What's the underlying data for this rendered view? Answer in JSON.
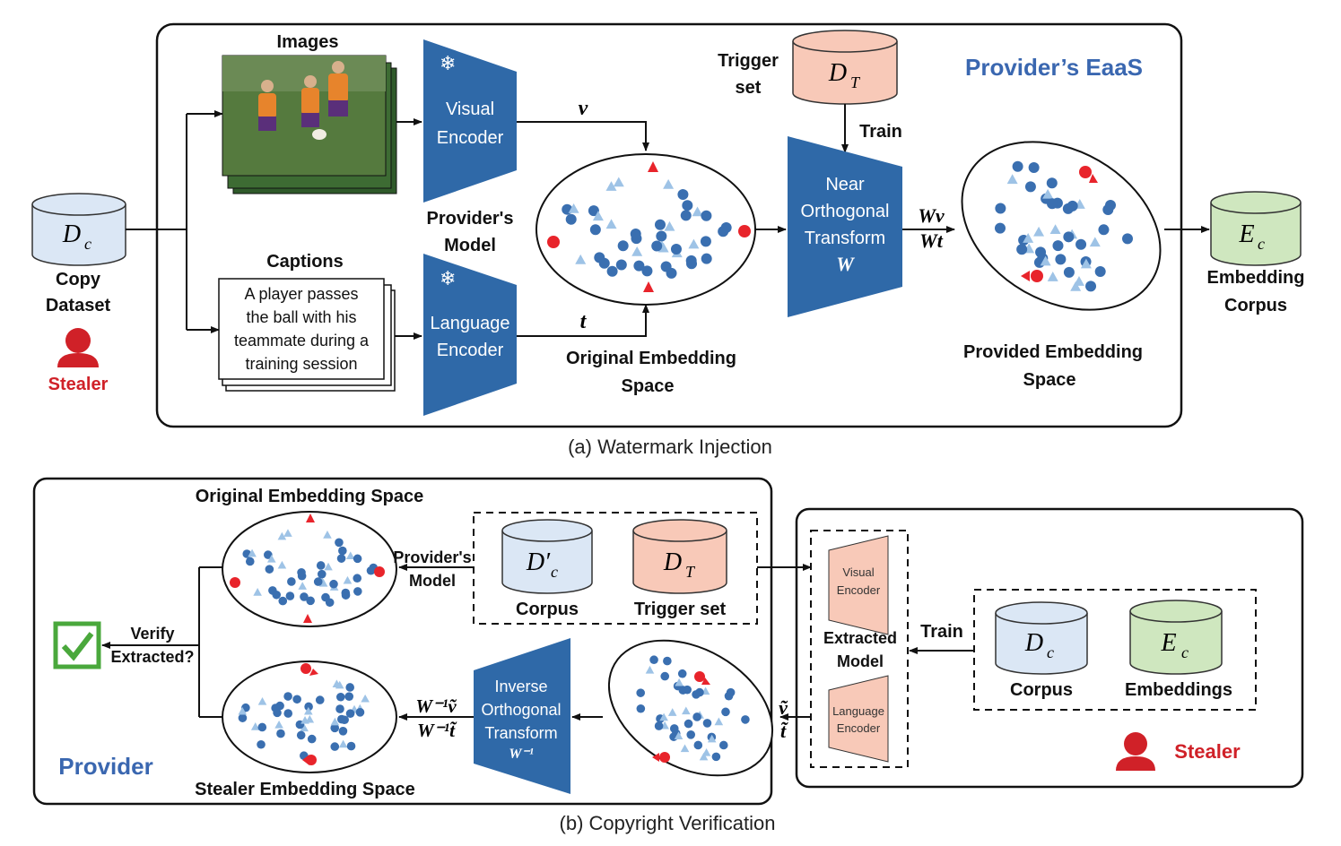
{
  "colors": {
    "encoder_blue": "#2f69a8",
    "dot_blue": "#3a6fb0",
    "triangle_light": "#9ec3e6",
    "watermark_red": "#e8242b",
    "dataset_cyl": "#dbe7f5",
    "trigger_cyl": "#f8c9b8",
    "embedding_cyl": "#cfe7bf",
    "stealer_red": "#d02128",
    "provider_blue": "#3a67b0",
    "check_green": "#4aa83c"
  },
  "top": {
    "images_label": "Images",
    "captions_label": "Captions",
    "caption_text": [
      "A player passes",
      "the ball with his",
      "teammate during a",
      "training session"
    ],
    "dc_symbol": "D",
    "dc_sub": "c",
    "copy_dataset": [
      "Copy",
      "Dataset"
    ],
    "stealer_label": "Stealer",
    "visual_encoder": [
      "Visual",
      "Encoder"
    ],
    "language_encoder": [
      "Language",
      "Encoder"
    ],
    "providers_model": [
      "Provider's",
      "Model"
    ],
    "v_label": "v",
    "t_label": "t",
    "original_space": [
      "Original Embedding",
      "Space"
    ],
    "trigger_set": [
      "Trigger",
      "set"
    ],
    "dt_symbol": "D",
    "dt_sub": "T",
    "train_label": "Train",
    "transform": [
      "Near",
      "Orthogonal",
      "Transform"
    ],
    "w_label": "W",
    "wv_label": "Wv",
    "wt_label": "Wt",
    "provided_space": [
      "Provided Embedding",
      "Space"
    ],
    "providers_eaas": "Provider’s EaaS",
    "ec_symbol": "E",
    "ec_sub": "c",
    "embedding_corpus": [
      "Embedding",
      "Corpus"
    ],
    "caption": "(a) Watermark Injection"
  },
  "bottom": {
    "original_space": "Original Embedding Space",
    "stealer_space": "Stealer Embedding Space",
    "providers_model": [
      "Provider's",
      "Model"
    ],
    "corpus_symbol": "D′",
    "corpus_sub": "c",
    "corpus_label": "Corpus",
    "trigger_symbol": "D",
    "trigger_sub": "T",
    "trigger_label": "Trigger set",
    "verify": [
      "Verify",
      "Extracted?"
    ],
    "inverse": [
      "Inverse",
      "Orthogonal",
      "Transform"
    ],
    "winv": "W⁻¹",
    "winv_v": "W⁻¹ṽ",
    "winv_t": "W⁻¹t̃",
    "vt_label": [
      "ṽ",
      "t̃"
    ],
    "provider_label": "Provider",
    "visual_encoder": [
      "Visual",
      "Encoder"
    ],
    "language_encoder": [
      "Language",
      "Encoder"
    ],
    "extracted_model": [
      "Extracted",
      "Model"
    ],
    "train_label": "Train",
    "dc_symbol": "D",
    "dc_sub": "c",
    "dc_corpus": "Corpus",
    "ec_symbol": "E",
    "ec_sub": "c",
    "ec_embeddings": "Embeddings",
    "stealer_label": "Stealer",
    "caption": "(b) Copyright Verification"
  }
}
